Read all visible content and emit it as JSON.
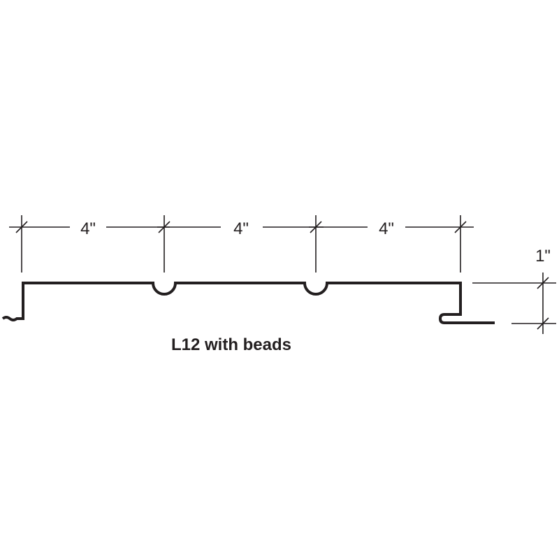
{
  "dimensions": {
    "span_1": "4\"",
    "span_2": "4\"",
    "span_3": "4\"",
    "height": "1\""
  },
  "caption": "L12 with beads"
}
